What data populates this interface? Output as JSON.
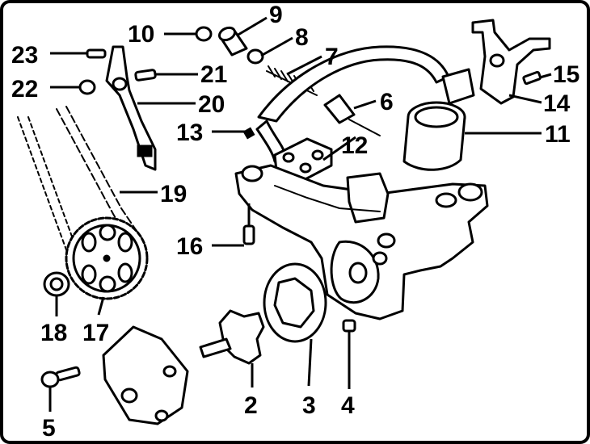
{
  "figure": {
    "callouts": [
      {
        "id": "c1",
        "label": "10"
      },
      {
        "id": "c2",
        "label": "9"
      },
      {
        "id": "c3",
        "label": "8"
      },
      {
        "id": "c4",
        "label": "7"
      },
      {
        "id": "c5",
        "label": "23"
      },
      {
        "id": "c6",
        "label": "21"
      },
      {
        "id": "c7",
        "label": "15"
      },
      {
        "id": "c8",
        "label": "22"
      },
      {
        "id": "c9",
        "label": "20"
      },
      {
        "id": "c10",
        "label": "6"
      },
      {
        "id": "c11",
        "label": "14"
      },
      {
        "id": "c12",
        "label": "13"
      },
      {
        "id": "c13",
        "label": "12"
      },
      {
        "id": "c14",
        "label": "11"
      },
      {
        "id": "c15",
        "label": "19"
      },
      {
        "id": "c16",
        "label": "16"
      },
      {
        "id": "c17",
        "label": "18"
      },
      {
        "id": "c18",
        "label": "17"
      },
      {
        "id": "c19",
        "label": "2"
      },
      {
        "id": "c20",
        "label": "3"
      },
      {
        "id": "c21",
        "label": "4"
      },
      {
        "id": "c22",
        "label": "5"
      }
    ]
  }
}
